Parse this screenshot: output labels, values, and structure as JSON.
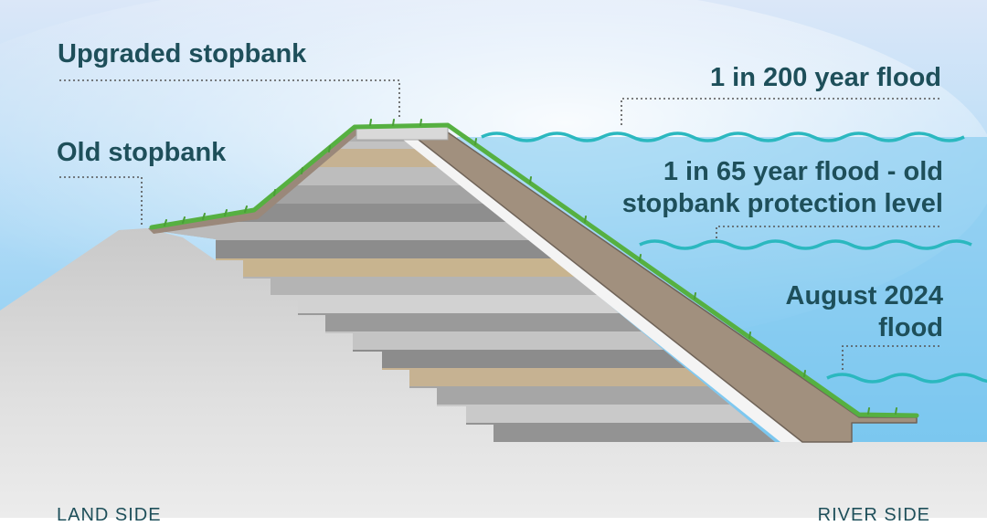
{
  "labels": {
    "upgraded_stopbank": "Upgraded stopbank",
    "old_stopbank": "Old stopbank",
    "flood_200": "1 in 200 year flood",
    "flood_65_line1": "1 in 65 year flood - old",
    "flood_65_line2": "stopbank protection level",
    "august_2024_line1": "August 2024",
    "august_2024_line2": "flood",
    "land_side": "LAND SIDE",
    "river_side": "RIVER SIDE"
  },
  "colors": {
    "text": "#1e4f5a",
    "water_line": "#2bb8bf",
    "leader": "#555555",
    "sky_top": "#dbe7f8",
    "water": "#78c6ef",
    "ground": "#d7d7d7",
    "clay": "#a1907e",
    "grass": "#56b041",
    "gravel_light": "#bcbcbc",
    "gravel_dark": "#8f8f8f",
    "sand": "#c6b290"
  },
  "icons": {
    "grass": "grass-tufts",
    "water_surface": "wave-line"
  }
}
